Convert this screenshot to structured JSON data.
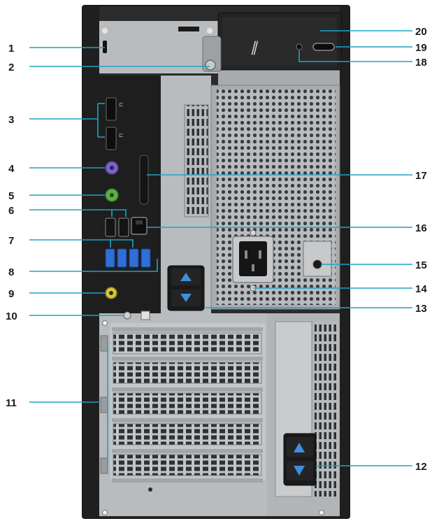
{
  "diagram": {
    "subject": "Desktop tower rear view with numbered callouts",
    "colors": {
      "chassis": "#2b2b2b",
      "chassis_edge": "#161616",
      "panel_black": "#1e1e1e",
      "metal": "#b9bcbf",
      "metal_dark": "#8e9194",
      "leader": "#1fa3c4",
      "port_blue": "#2f6fd6",
      "ps2_purple": "#7c63c6",
      "ps2_green": "#5fae45",
      "audio_yellow": "#d7c63a",
      "latch_blue": "#3d8fe0"
    },
    "callouts_left": [
      {
        "id": "c1",
        "label": "1"
      },
      {
        "id": "c2",
        "label": "2"
      },
      {
        "id": "c3",
        "label": "3"
      },
      {
        "id": "c4",
        "label": "4"
      },
      {
        "id": "c5",
        "label": "5"
      },
      {
        "id": "c6",
        "label": "6"
      },
      {
        "id": "c7",
        "label": "7"
      },
      {
        "id": "c8",
        "label": "8"
      },
      {
        "id": "c9",
        "label": "9"
      },
      {
        "id": "c10",
        "label": "10"
      },
      {
        "id": "c11",
        "label": "11"
      }
    ],
    "callouts_right": [
      {
        "id": "c20",
        "label": "20"
      },
      {
        "id": "c19",
        "label": "19"
      },
      {
        "id": "c18",
        "label": "18"
      },
      {
        "id": "c17",
        "label": "17"
      },
      {
        "id": "c16",
        "label": "16"
      },
      {
        "id": "c15",
        "label": "15"
      },
      {
        "id": "c14",
        "label": "14"
      },
      {
        "id": "c13",
        "label": "13"
      },
      {
        "id": "c12",
        "label": "12"
      }
    ]
  }
}
